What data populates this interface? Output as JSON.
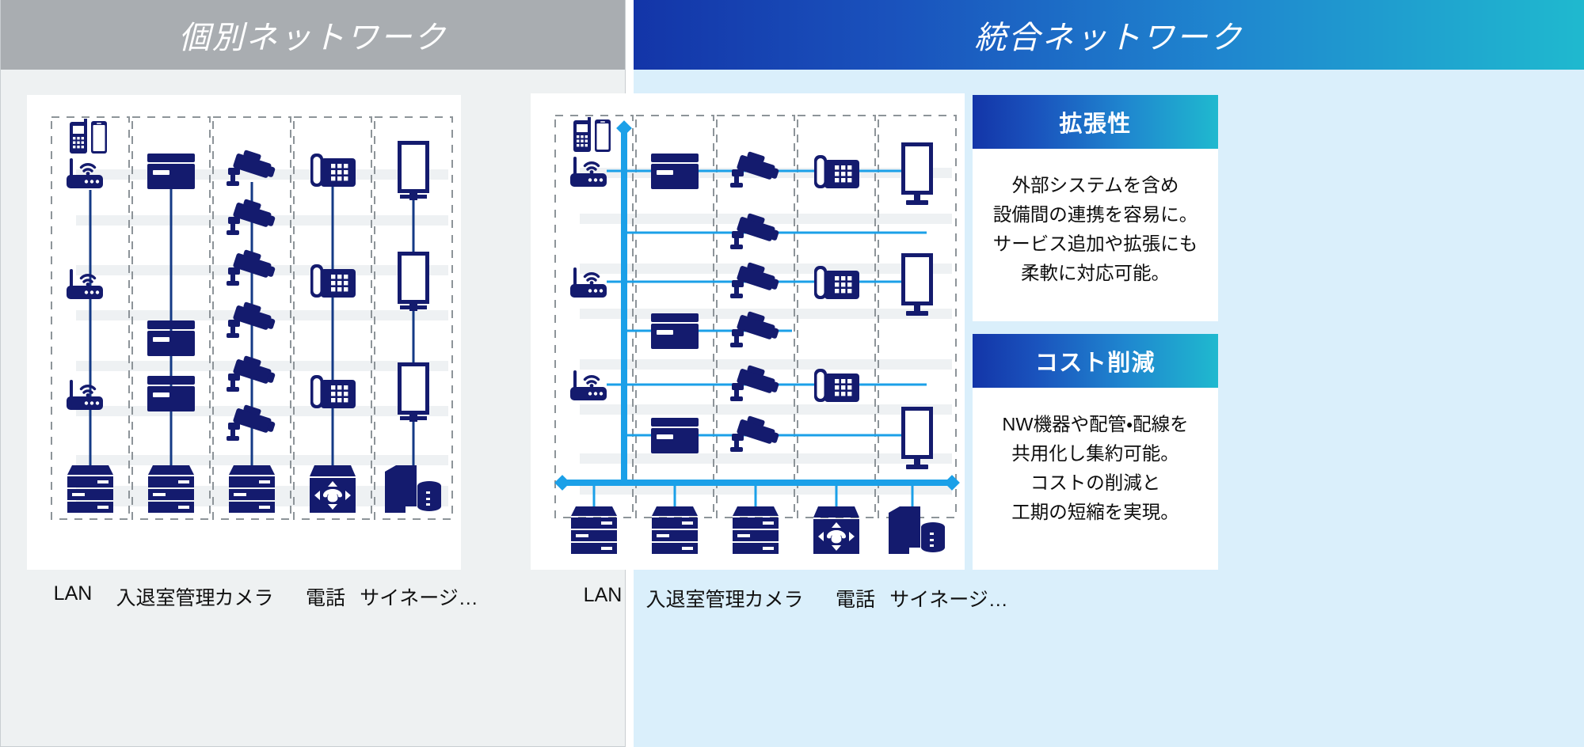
{
  "panels": {
    "left": {
      "title": "個別ネットワーク",
      "header_bg": "#a9adb1",
      "body_bg": "#eef1f2"
    },
    "right": {
      "title": "統合ネットワーク",
      "header_bg_from": "#1335a8",
      "header_bg_to": "#1fb9cf",
      "body_bg": "#daeffb"
    }
  },
  "column_labels": [
    "LAN",
    "入退室管理",
    "カメラ",
    "電話",
    "サイネージ…"
  ],
  "icon_names": {
    "mobile": "mobile-phones-icon",
    "router": "wifi-router-icon",
    "card_reader": "card-reader-icon",
    "camera": "security-camera-icon",
    "desk_phone": "desk-phone-icon",
    "signage": "digital-signage-icon",
    "server": "server-rack-icon",
    "pbx": "pbx-phone-switch-icon",
    "storage": "server-storage-icon"
  },
  "colors": {
    "device_navy": "#141b6e",
    "wire_navy": "#143a86",
    "wire_cyan": "#1ba0e8",
    "dashed_gray": "#8d9499",
    "stripe_gray": "#eef1f3"
  },
  "benefits": [
    {
      "title": "拡張性",
      "lines": [
        "外部システムを含め",
        "設備間の連携を容易に。",
        "サービス追加や拡張にも",
        "柔軟に対応可能。"
      ]
    },
    {
      "title": "コスト削減",
      "lines": [
        "NW機器や配管・配線を",
        "共用化し集約可能。",
        "コストの削減と",
        "工期の短縮を実現。"
      ]
    }
  ],
  "diagram": {
    "left": {
      "description": "個別ネットワーク：各サービスが独立した縦の配線でサーバに接続",
      "columns": [
        {
          "label": "LAN",
          "devices": [
            "mobile-phones",
            "wifi-router",
            "wifi-router",
            "wifi-router",
            "server-rack"
          ]
        },
        {
          "label": "入退室管理",
          "devices": [
            "card-reader",
            "card-reader",
            "card-reader",
            "server-rack"
          ]
        },
        {
          "label": "カメラ",
          "devices": [
            "security-camera",
            "security-camera",
            "security-camera",
            "security-camera",
            "security-camera",
            "security-camera",
            "server-rack"
          ]
        },
        {
          "label": "電話",
          "devices": [
            "desk-phone",
            "desk-phone",
            "desk-phone",
            "pbx-phone-switch"
          ]
        },
        {
          "label": "サイネージ…",
          "devices": [
            "digital-signage",
            "digital-signage",
            "digital-signage",
            "server-storage"
          ]
        }
      ]
    },
    "right": {
      "description": "統合ネットワーク：共通の縦ライザと横バスで全機器を集約接続",
      "columns": [
        {
          "label": "LAN",
          "devices": [
            "mobile-phones",
            "wifi-router",
            "wifi-router",
            "wifi-router",
            "server-rack"
          ]
        },
        {
          "label": "入退室管理",
          "devices": [
            "card-reader",
            "card-reader",
            "card-reader",
            "server-rack"
          ]
        },
        {
          "label": "カメラ",
          "devices": [
            "security-camera",
            "security-camera",
            "security-camera",
            "security-camera",
            "security-camera",
            "security-camera",
            "server-rack"
          ]
        },
        {
          "label": "電話",
          "devices": [
            "desk-phone",
            "desk-phone",
            "desk-phone",
            "pbx-phone-switch"
          ]
        },
        {
          "label": "サイネージ…",
          "devices": [
            "digital-signage",
            "digital-signage",
            "digital-signage",
            "server-storage"
          ]
        }
      ]
    }
  }
}
